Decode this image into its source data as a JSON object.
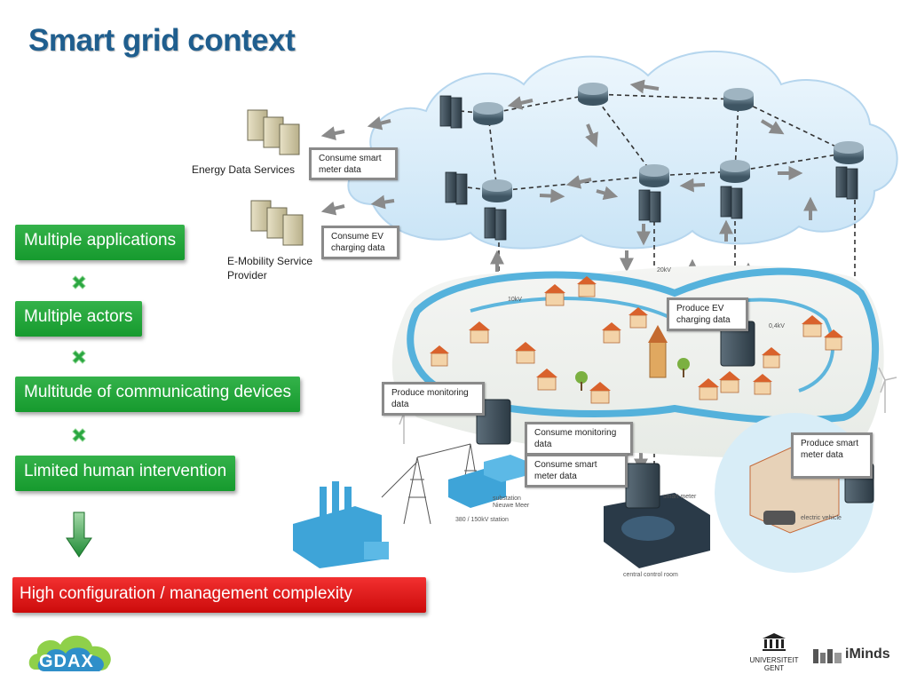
{
  "title": "Smart grid context",
  "left_column": {
    "items": [
      {
        "label": "Multiple applications"
      },
      {
        "label": "Multiple actors"
      },
      {
        "label": "Multitude of communicating devices"
      },
      {
        "label": "Limited human intervention"
      }
    ],
    "result": "High configuration / management complexity"
  },
  "servers": {
    "energy": "Energy Data Services",
    "emobility_line1": "E-Mobility Service",
    "emobility_line2": "Provider"
  },
  "callouts": {
    "consume_smart_meter_top": "Consume smart meter data",
    "consume_ev": "Consume EV charging data",
    "produce_ev": "Produce EV charging data",
    "produce_monitoring": "Produce monitoring data",
    "consume_monitoring": "Consume monitoring data",
    "consume_smart_meter_bottom": "Consume smart meter data",
    "produce_smart_meter": "Produce smart meter data"
  },
  "map_labels": {
    "kv10": "10kV",
    "kv20": "20kV",
    "kv04": "0,4kV",
    "substation1": "substation",
    "substation2": "Nieuwe Meer",
    "station": "380 / 150kV station",
    "smart_meter": "smart meter",
    "electric_vehicle": "electric vehicle",
    "control_room": "central control room"
  },
  "logos": {
    "gdax": "GDAX",
    "ugent1": "UNIVERSITEIT",
    "ugent2": "GENT",
    "iminds": "iMinds"
  },
  "colors": {
    "title": "#1f5e8e",
    "green": "#22a63a",
    "red": "#e01818",
    "cloud": "#d6ecfa",
    "road": "#3aa6d8"
  }
}
